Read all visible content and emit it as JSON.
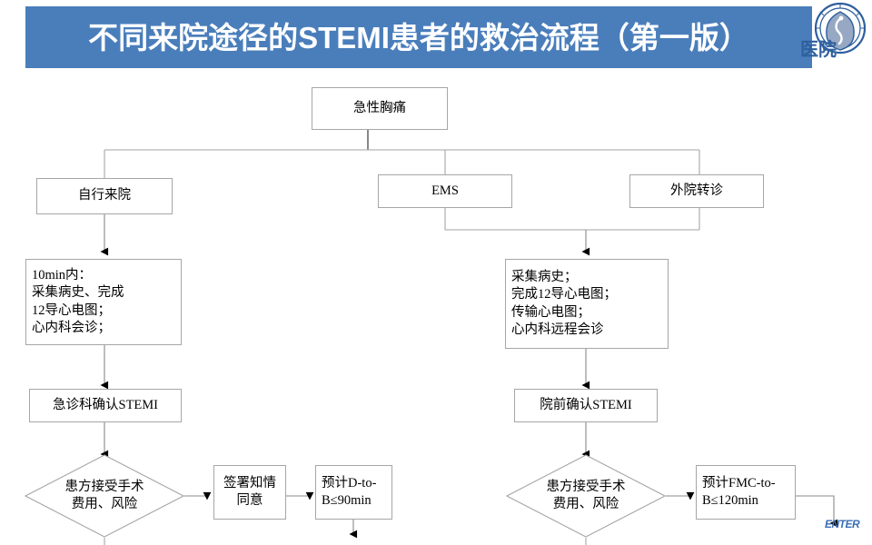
{
  "slide": {
    "title": "不同来院途径的STEMI患者的救治流程（第一版）",
    "banner_color": "#4a7ebb",
    "title_color": "#ffffff",
    "background_color": "#ffffff"
  },
  "logo": {
    "name": "hospital-emblem",
    "caption": "医院",
    "color": "#2e5f9e"
  },
  "watermark": {
    "text": "ENTER",
    "color": "#3b6fb5"
  },
  "flowchart": {
    "nodes": {
      "acute_chest_pain": "急性胸痛",
      "self_presenting": "自行来院",
      "ems": "EMS",
      "outside_referral": "外院转诊",
      "left_workup": "10min内：\n采集病史、完成\n 12导心电图；\n心内科会诊；",
      "right_workup": "采集病史；\n完成12导心电图；\n传输心电图；\n心内科远程会诊",
      "ed_confirm_stemi": "急诊科确认STEMI",
      "prehospital_confirm_stemi": "院前确认STEMI",
      "left_decision": "患方接受手术\n费用、风险",
      "right_decision": "患方接受手术\n费用、风险",
      "sign_consent": "签署知情\n同意",
      "dtob": "预计D-to-\nB≤90min",
      "fmctob": "预计FMC-to-\nB≤120min"
    },
    "line_color": "#a6a6a6",
    "arrow_color": "#000000"
  }
}
